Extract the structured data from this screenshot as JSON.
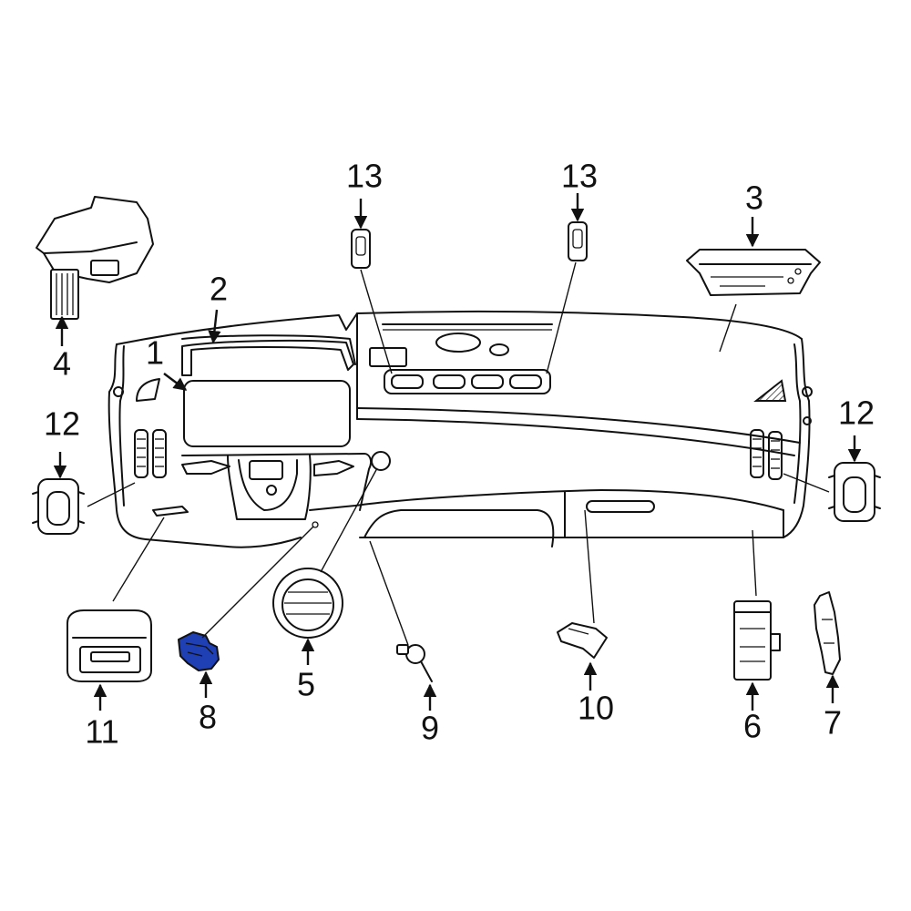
{
  "colors": {
    "line": "#111111",
    "background": "#ffffff",
    "highlight": "#1f3fb5",
    "highlight_dark": "#0d237a"
  },
  "callouts": [
    {
      "id": "c1",
      "label": "1"
    },
    {
      "id": "c2",
      "label": "2"
    },
    {
      "id": "c3",
      "label": "3"
    },
    {
      "id": "c4",
      "label": "4"
    },
    {
      "id": "c5",
      "label": "5"
    },
    {
      "id": "c6",
      "label": "6"
    },
    {
      "id": "c7",
      "label": "7"
    },
    {
      "id": "c8",
      "label": "8",
      "highlighted": true
    },
    {
      "id": "c9",
      "label": "9"
    },
    {
      "id": "c10",
      "label": "10"
    },
    {
      "id": "c11",
      "label": "11"
    },
    {
      "id": "c12a",
      "label": "12"
    },
    {
      "id": "c12b",
      "label": "12"
    },
    {
      "id": "c13a",
      "label": "13"
    },
    {
      "id": "c13b",
      "label": "13"
    }
  ]
}
